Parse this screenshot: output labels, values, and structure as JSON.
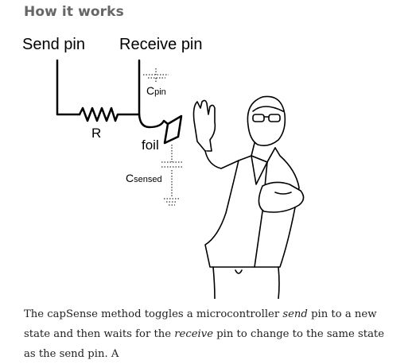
{
  "section": {
    "heading": "How it works"
  },
  "figure": {
    "send_pin_label": "Send pin",
    "receive_pin_label": "Receive pin",
    "resistor_label": "R",
    "cpin_label": "C",
    "cpin_sub": "pin",
    "foil_label": "foil",
    "csensed_label": "C",
    "csensed_sub": "sensed"
  },
  "body": {
    "p1_a": "The capSense method toggles a microcontroller ",
    "p1_em1": "send",
    "p1_b": " pin to a new state and then waits for the ",
    "p1_em2": "receive",
    "p1_c": " pin to change to the same state as the send pin. A"
  }
}
